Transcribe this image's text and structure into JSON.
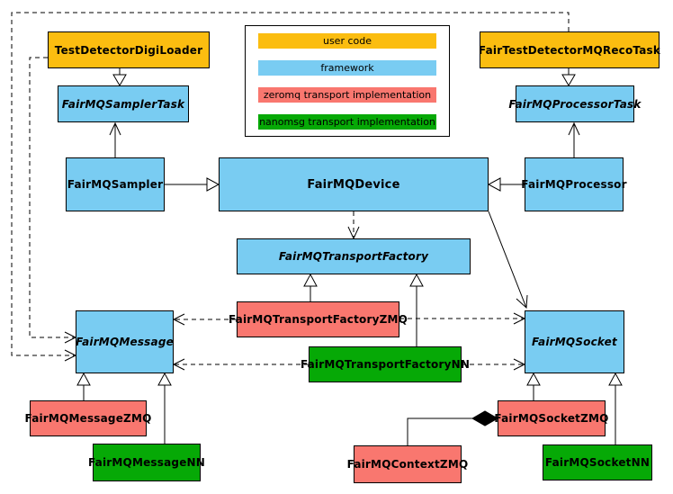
{
  "colors": {
    "user_code": "#FBBD10",
    "framework": "#79CCF2",
    "zeromq": "#F9776F",
    "nanomsg": "#06A906",
    "line": "#000000",
    "background": "#FFFFFF"
  },
  "legend": {
    "items": [
      {
        "label": "user code",
        "color": "#FBBD10"
      },
      {
        "label": "framework",
        "color": "#79CCF2"
      },
      {
        "label": "zeromq transport implementation",
        "color": "#F9776F"
      },
      {
        "label": "nanomsg transport implementation",
        "color": "#06A906"
      }
    ]
  },
  "nodes": {
    "loader": {
      "label": "TestDetectorDigiLoader",
      "category": "user code",
      "abstract": false
    },
    "reco_task": {
      "label": "FairTestDetectorMQRecoTask",
      "category": "user code",
      "abstract": false
    },
    "sampler_task": {
      "label": "FairMQSamplerTask",
      "category": "framework",
      "abstract": true
    },
    "processor_task": {
      "label": "FairMQProcessorTask",
      "category": "framework",
      "abstract": true
    },
    "sampler": {
      "label": "FairMQSampler",
      "category": "framework",
      "abstract": false
    },
    "device": {
      "label": "FairMQDevice",
      "category": "framework",
      "abstract": false
    },
    "processor": {
      "label": "FairMQProcessor",
      "category": "framework",
      "abstract": false
    },
    "factory": {
      "label": "FairMQTransportFactory",
      "category": "framework",
      "abstract": true
    },
    "factory_zmq": {
      "label": "FairMQTransportFactoryZMQ",
      "category": "zeromq",
      "abstract": false
    },
    "factory_nn": {
      "label": "FairMQTransportFactoryNN",
      "category": "nanomsg",
      "abstract": false
    },
    "message": {
      "label": "FairMQMessage",
      "category": "framework",
      "abstract": true
    },
    "socket": {
      "label": "FairMQSocket",
      "category": "framework",
      "abstract": true
    },
    "message_zmq": {
      "label": "FairMQMessageZMQ",
      "category": "zeromq",
      "abstract": false
    },
    "message_nn": {
      "label": "FairMQMessageNN",
      "category": "nanomsg",
      "abstract": false
    },
    "context_zmq": {
      "label": "FairMQContextZMQ",
      "category": "zeromq",
      "abstract": false
    },
    "socket_zmq": {
      "label": "FairMQSocketZMQ",
      "category": "zeromq",
      "abstract": false
    },
    "socket_nn": {
      "label": "FairMQSocketNN",
      "category": "nanomsg",
      "abstract": false
    }
  },
  "edges": [
    {
      "from": "loader",
      "to": "sampler_task",
      "type": "generalization"
    },
    {
      "from": "reco_task",
      "to": "processor_task",
      "type": "generalization"
    },
    {
      "from": "sampler",
      "to": "sampler_task",
      "type": "association"
    },
    {
      "from": "processor",
      "to": "processor_task",
      "type": "association"
    },
    {
      "from": "sampler",
      "to": "device",
      "type": "generalization"
    },
    {
      "from": "processor",
      "to": "device",
      "type": "generalization"
    },
    {
      "from": "device",
      "to": "factory",
      "type": "dependency"
    },
    {
      "from": "device",
      "to": "socket",
      "type": "association"
    },
    {
      "from": "factory_zmq",
      "to": "factory",
      "type": "generalization"
    },
    {
      "from": "factory_nn",
      "to": "factory",
      "type": "generalization"
    },
    {
      "from": "factory_zmq",
      "to": "message",
      "type": "dependency"
    },
    {
      "from": "factory_zmq",
      "to": "socket",
      "type": "dependency"
    },
    {
      "from": "factory_nn",
      "to": "message",
      "type": "dependency"
    },
    {
      "from": "factory_nn",
      "to": "socket",
      "type": "dependency"
    },
    {
      "from": "loader",
      "to": "message",
      "type": "dependency"
    },
    {
      "from": "reco_task",
      "to": "message",
      "type": "dependency"
    },
    {
      "from": "message_zmq",
      "to": "message",
      "type": "generalization"
    },
    {
      "from": "message_nn",
      "to": "message",
      "type": "generalization"
    },
    {
      "from": "socket_zmq",
      "to": "socket",
      "type": "generalization"
    },
    {
      "from": "socket_nn",
      "to": "socket",
      "type": "generalization"
    },
    {
      "from": "context_zmq",
      "to": "socket_zmq",
      "type": "composition"
    }
  ]
}
